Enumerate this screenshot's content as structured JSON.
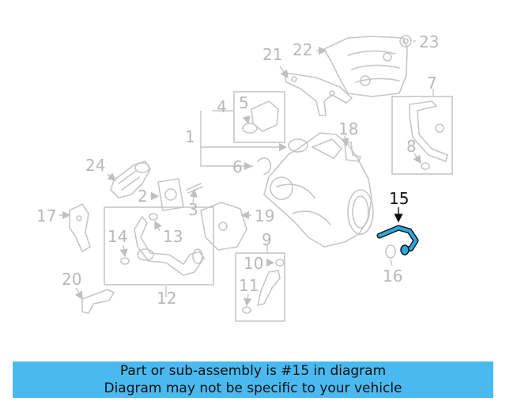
{
  "diagram": {
    "callouts": [
      "1",
      "2",
      "3",
      "4",
      "5",
      "6",
      "7",
      "8",
      "9",
      "10",
      "11",
      "12",
      "13",
      "14",
      "15",
      "16",
      "17",
      "18",
      "19",
      "20",
      "21",
      "22",
      "23",
      "24"
    ],
    "highlighted_part": "15",
    "highlight_color": "#2aa7e0"
  },
  "banner": {
    "line1": "Part or sub-assembly is #15 in diagram",
    "line2": "Diagram may not be specific to your vehicle",
    "background": "#4ab9f0"
  }
}
